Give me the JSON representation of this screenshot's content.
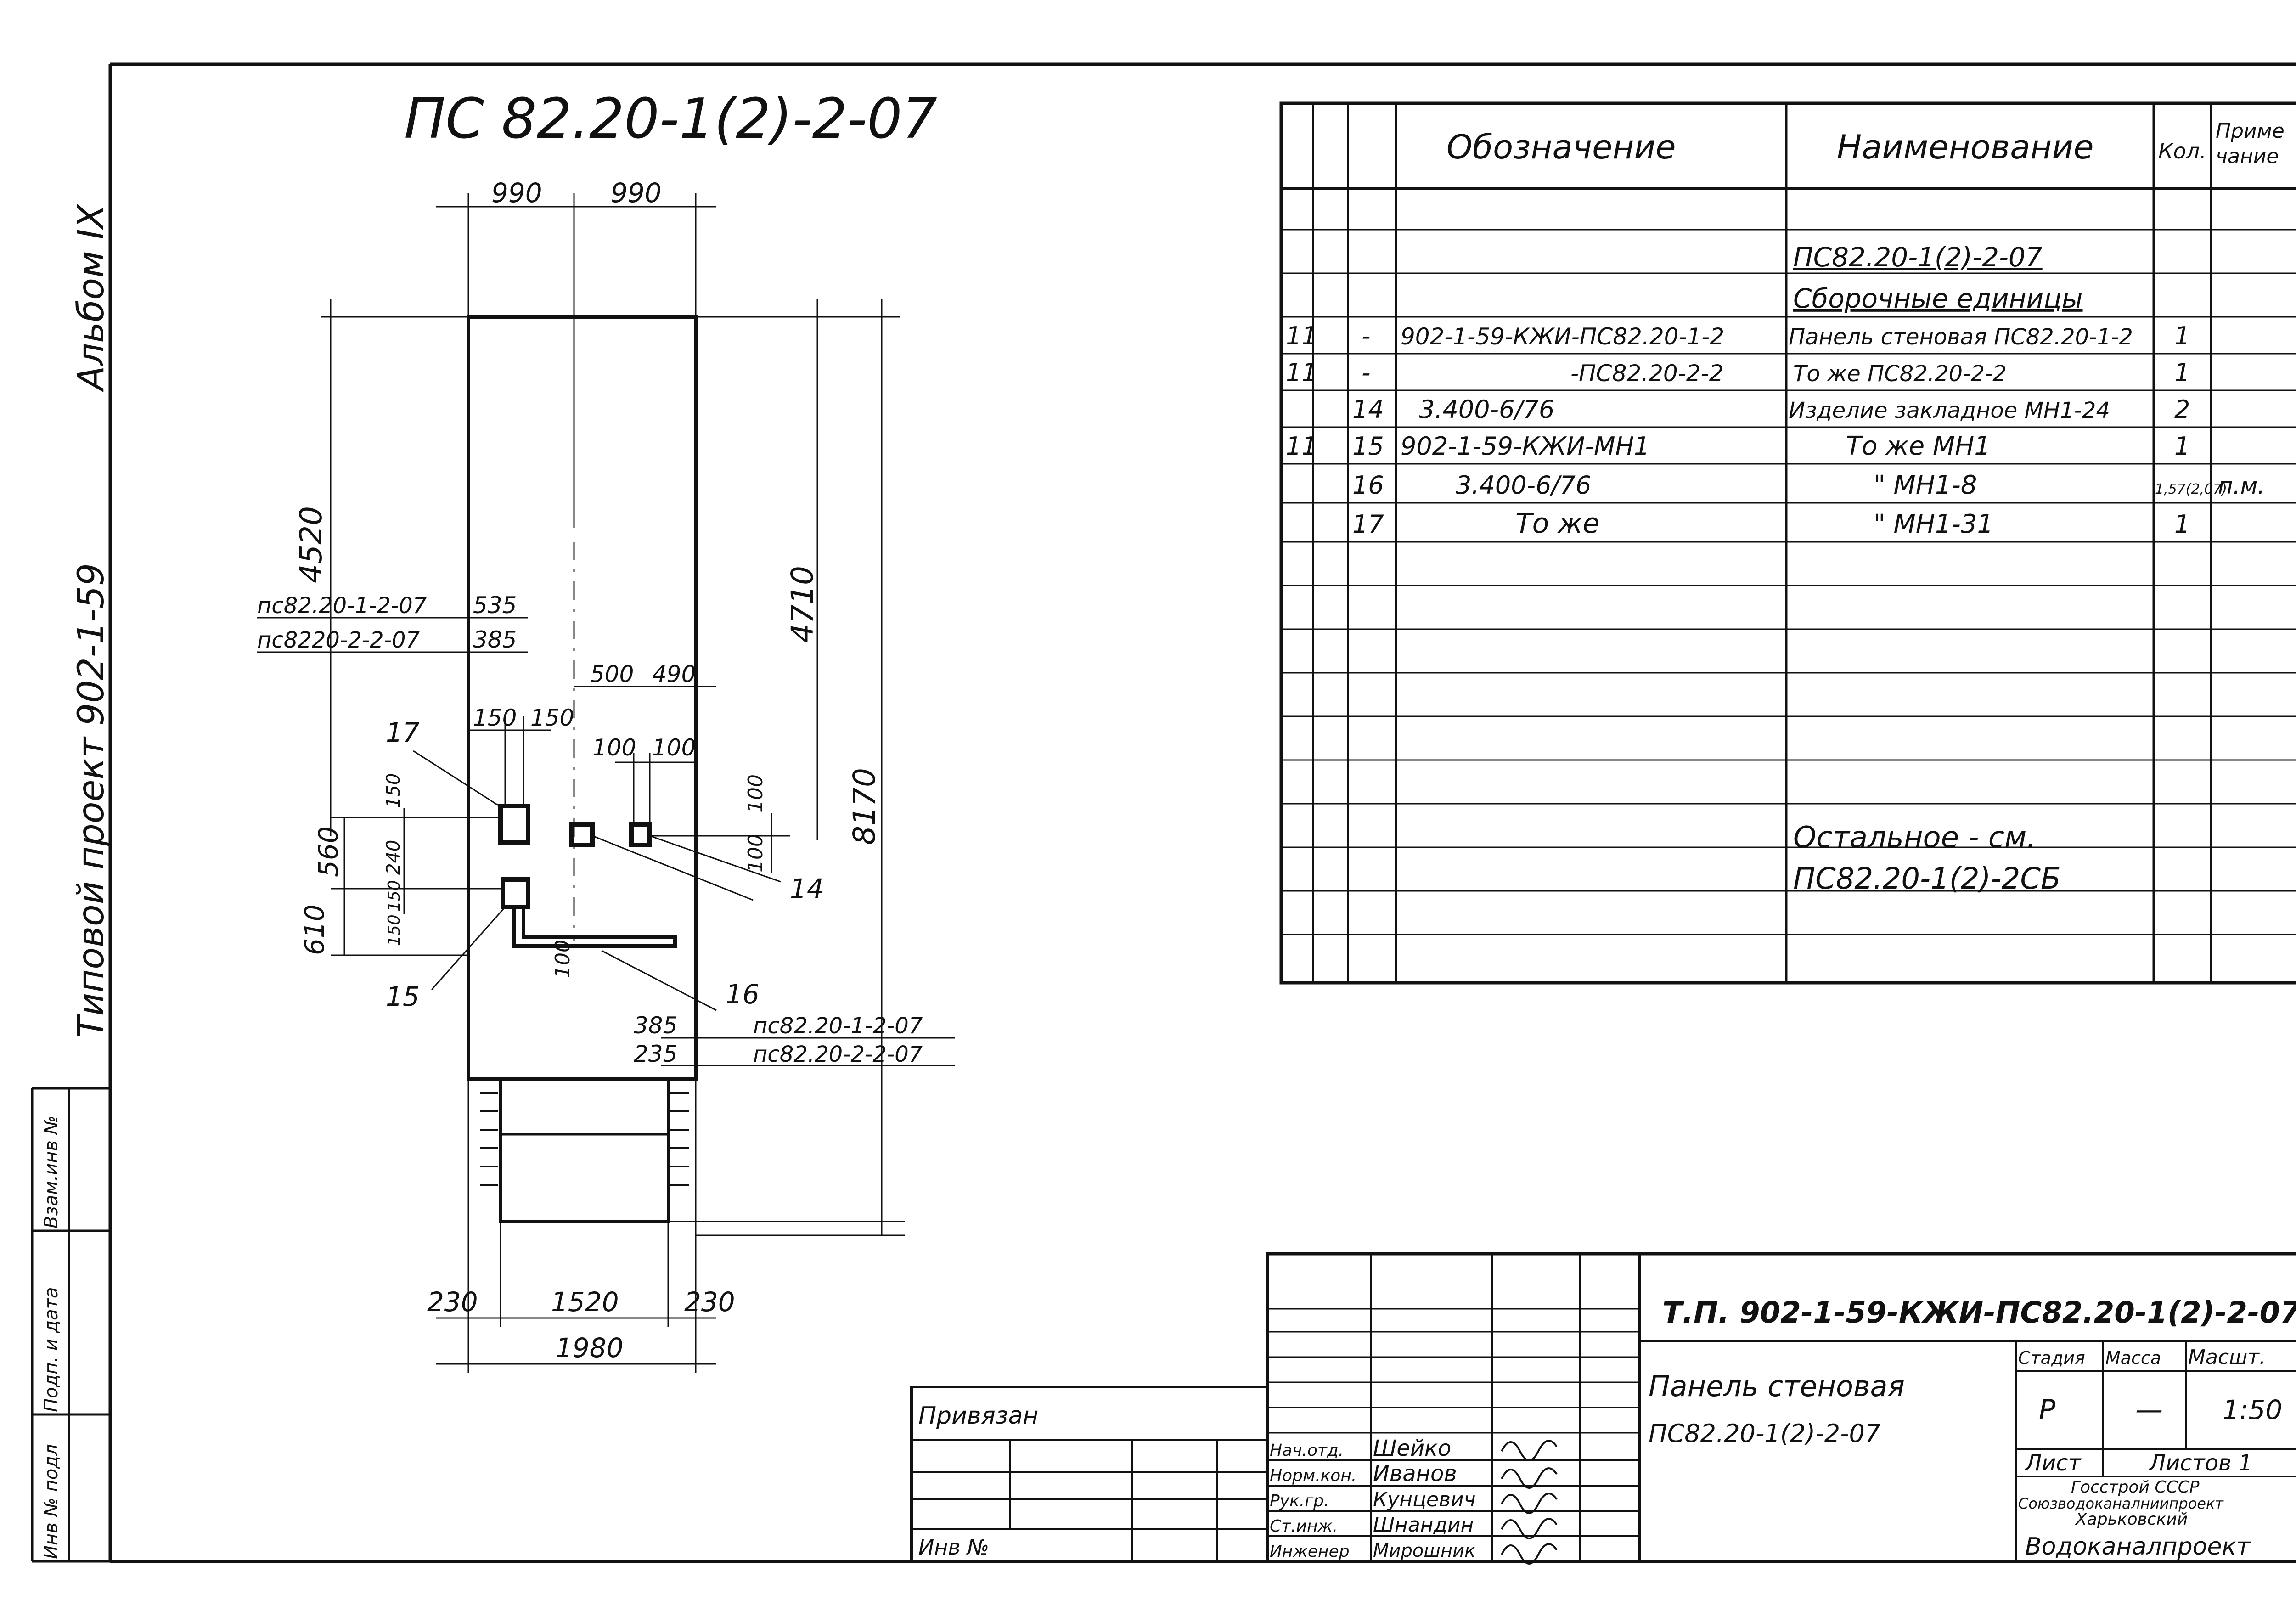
{
  "drawing": {
    "title": "ПС 82.20-1(2)-2-07",
    "dims": {
      "top_left": "990",
      "top_right": "990",
      "left_height": "4520",
      "right_height": "4710",
      "total_height": "8170",
      "label_535": "535",
      "label_385": "385",
      "label_500": "500",
      "label_490": "490",
      "label_150a": "150",
      "label_150b": "150",
      "label_100a": "100",
      "label_100b": "100",
      "left_150": "150",
      "left_240": "240",
      "left_150b": "150",
      "left_150c": "150",
      "left_560": "560",
      "left_610": "610",
      "right_100a": "100",
      "right_100b": "100",
      "under_100": "100",
      "bottom_385": "385",
      "bottom_235": "235",
      "foot_left": "230",
      "foot_mid": "1520",
      "foot_right": "230",
      "foot_total": "1980"
    },
    "leader_labels": {
      "mark_17": "17",
      "mark_15": "15",
      "mark_14": "14",
      "mark_16": "16"
    },
    "panel_labels": {
      "left_top": "пс82.20-1-2-07",
      "left_bottom": "пс8220-2-2-07",
      "bottom_top": "пс82.20-1-2-07",
      "bottom_bottom": "пс82.20-2-2-07"
    }
  },
  "left_frame": {
    "album": "Альбом IX",
    "project": "Типовой проект 902-1-59",
    "stamp_1": "Взам.инв №",
    "stamp_2": "Подп. и дата",
    "stamp_3": "Инв № подл"
  },
  "spec_table": {
    "headers": {
      "designation": "Обозначение",
      "name": "Наименование",
      "qty": "Кол.",
      "note_1": "Приме",
      "note_2": "чание"
    },
    "section_title": "ПС82.20-1(2)-2-07",
    "section_subtitle": "Сборочные единицы",
    "rows": [
      {
        "zone": "11",
        "pos": "-",
        "designation": "902-1-59-КЖИ-ПС82.20-1-2",
        "name": "Панель стеновая ПС82.20-1-2",
        "qty": "1",
        "note": ""
      },
      {
        "zone": "11",
        "pos": "-",
        "designation": "-ПС82.20-2-2",
        "name": "То же   ПС82.20-2-2",
        "qty": "1",
        "note": ""
      },
      {
        "zone": "",
        "pos": "14",
        "designation": "3.400-6/76",
        "name": "Изделие закладное МН1-24",
        "qty": "2",
        "note": ""
      },
      {
        "zone": "11",
        "pos": "15",
        "designation": "902-1-59-КЖИ-МН1",
        "name": "То же   МН1",
        "qty": "1",
        "note": ""
      },
      {
        "zone": "",
        "pos": "16",
        "designation": "3.400-6/76",
        "name": "\"   МН1-8",
        "qty": "1,57(2,07)",
        "note": "п.м."
      },
      {
        "zone": "",
        "pos": "17",
        "designation": "То же",
        "name": "\"   МН1-31",
        "qty": "1",
        "note": ""
      }
    ],
    "footer_1": "Остальное - см.",
    "footer_2": "ПС82.20-1(2)-2СБ"
  },
  "title_block": {
    "code": "Т.П. 902-1-59-КЖИ-ПС82.20-1(2)-2-07",
    "name_1": "Панель стеновая",
    "name_2": "ПС82.20-1(2)-2-07",
    "stage_label": "Стадия",
    "mass_label": "Масса",
    "scale_label": "Масшт.",
    "stage": "Р",
    "mass": "—",
    "scale": "1:50",
    "sheet_label": "Лист",
    "sheets_label": "Листов 1",
    "org_1": "Госстрой СССР",
    "org_2": "Союзводоканалниипроект",
    "org_3": "Харьковский",
    "org_4": "Водоканалпроект",
    "tied_to": "Привязан",
    "inv_no": "Инв №",
    "people": [
      {
        "role": "Нач.отд.",
        "name": "Шейко"
      },
      {
        "role": "Норм.кон.",
        "name": "Иванов"
      },
      {
        "role": "Рук.гр.",
        "name": "Кунцевич"
      },
      {
        "role": "Ст.инж.",
        "name": "Шнандин"
      },
      {
        "role": "Инженер",
        "name": "Мирошник"
      }
    ]
  }
}
